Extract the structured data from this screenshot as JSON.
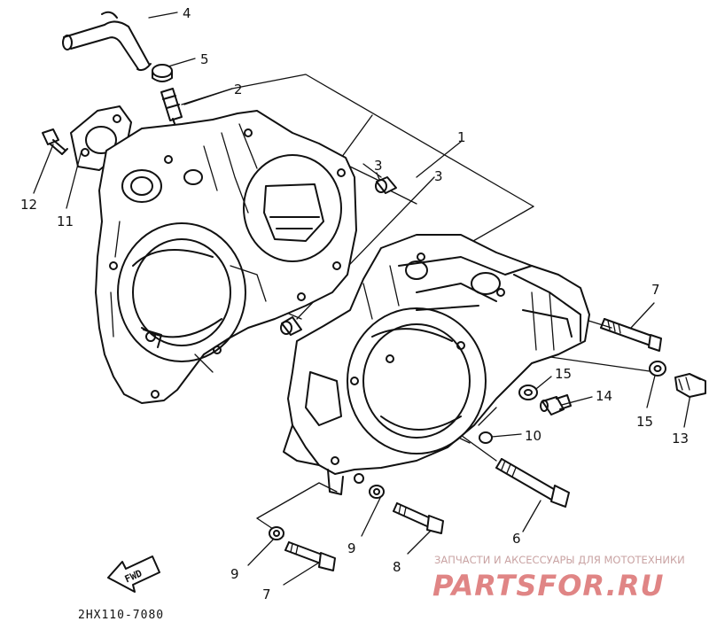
{
  "callouts": [
    {
      "id": "c1",
      "text": "1"
    },
    {
      "id": "c2",
      "text": "2"
    },
    {
      "id": "c3a",
      "text": "3"
    },
    {
      "id": "c3b",
      "text": "3"
    },
    {
      "id": "c4",
      "text": "4"
    },
    {
      "id": "c5",
      "text": "5"
    },
    {
      "id": "c6",
      "text": "6"
    },
    {
      "id": "c7a",
      "text": "7"
    },
    {
      "id": "c7b",
      "text": "7"
    },
    {
      "id": "c8",
      "text": "8"
    },
    {
      "id": "c9a",
      "text": "9"
    },
    {
      "id": "c9b",
      "text": "9"
    },
    {
      "id": "c10",
      "text": "10"
    },
    {
      "id": "c11",
      "text": "11"
    },
    {
      "id": "c12",
      "text": "12"
    },
    {
      "id": "c13",
      "text": "13"
    },
    {
      "id": "c14",
      "text": "14"
    },
    {
      "id": "c15a",
      "text": "15"
    },
    {
      "id": "c15b",
      "text": "15"
    }
  ],
  "fwd_label": "FWD",
  "part_number": "2HX110-7080",
  "watermark": {
    "tagline": "ЗАПЧАСТИ И АКСЕССУАРЫ ДЛЯ МОТОТЕХНИКИ",
    "brand": "PARTSFOR.RU"
  },
  "colors": {
    "ink": "#111111",
    "watermark_brand": "#e08585",
    "watermark_tagline": "#c9a3a3",
    "background": "#ffffff"
  }
}
